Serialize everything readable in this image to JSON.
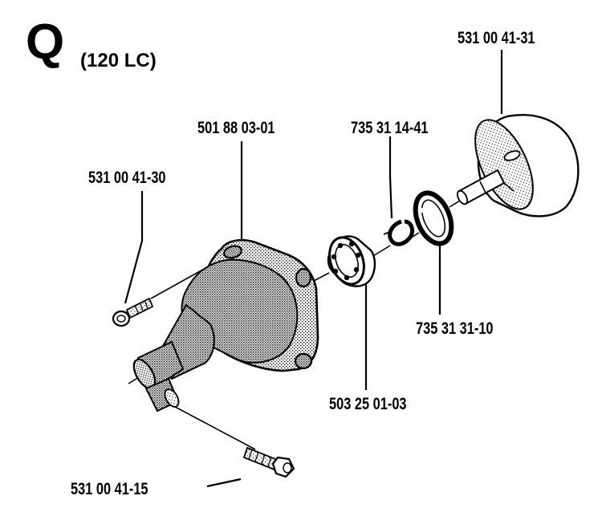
{
  "header": {
    "section_letter": "Q",
    "model": "(120 LC)"
  },
  "parts": [
    {
      "id": "clutch-drum",
      "number": "531 00 41-31"
    },
    {
      "id": "clutch-cover",
      "number": "501 88 03-01"
    },
    {
      "id": "snap-ring",
      "number": "735 31 14-41"
    },
    {
      "id": "screw-upper",
      "number": "531 00 41-30"
    },
    {
      "id": "washer",
      "number": "735 31 31-10"
    },
    {
      "id": "bearing",
      "number": "503 25 01-03"
    },
    {
      "id": "screw-lower",
      "number": "531 00 41-15"
    }
  ]
}
